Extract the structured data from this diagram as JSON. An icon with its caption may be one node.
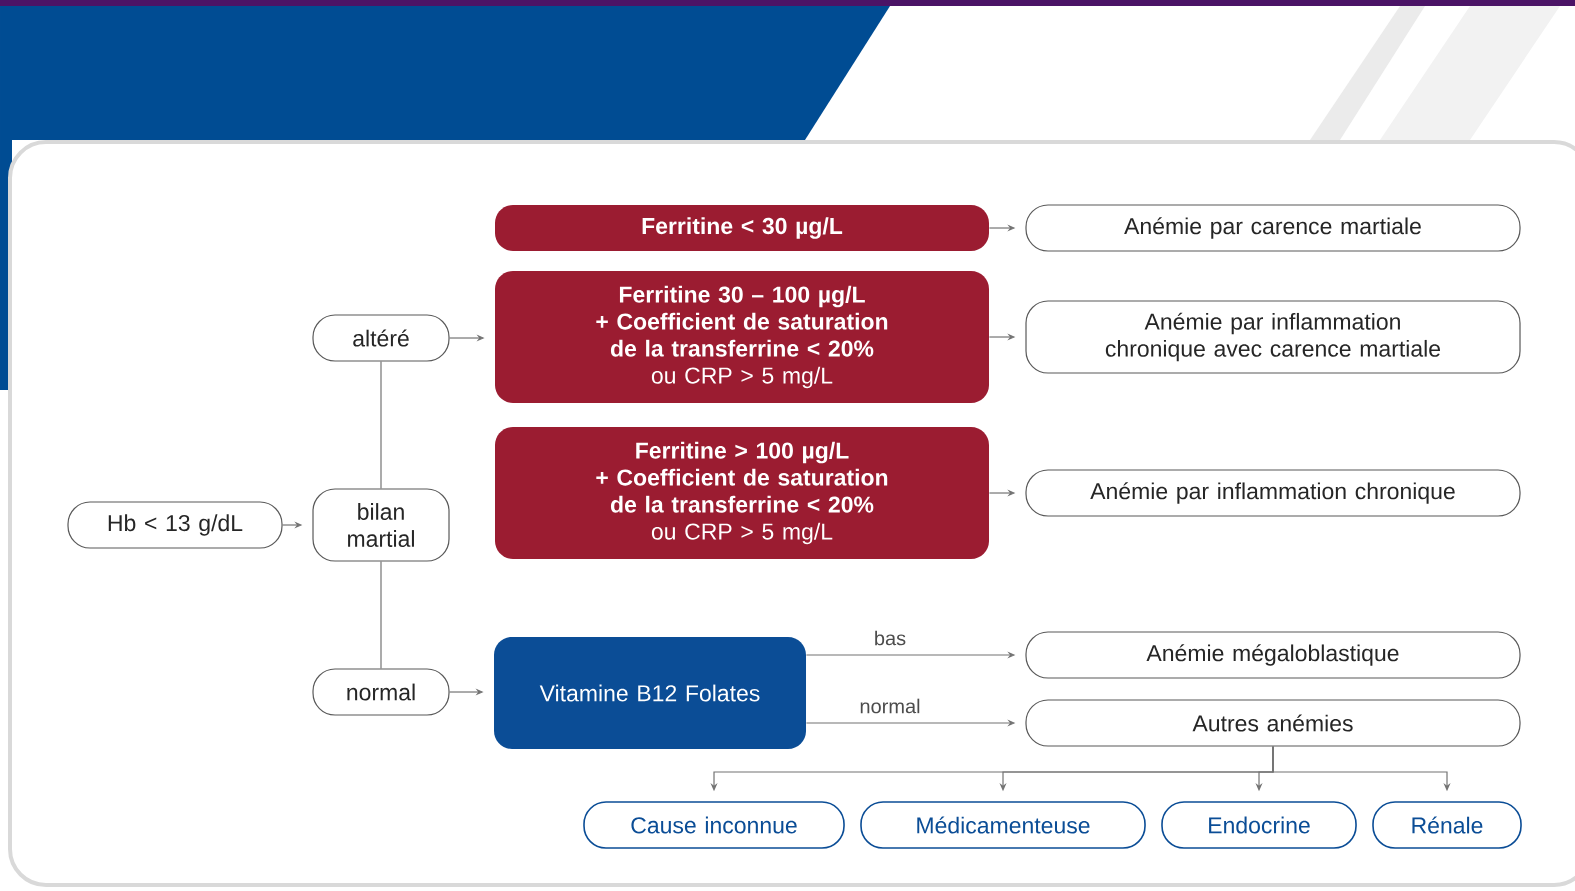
{
  "diagram": {
    "nodes": [
      {
        "text": [
          "Hb < 13 g/dL"
        ]
      },
      {
        "text": [
          "bilan martial"
        ]
      },
      {
        "text": [
          "altéré"
        ]
      },
      {
        "text": [
          "normal"
        ]
      },
      {
        "text": [
          "Ferritine < 30 µg/L"
        ]
      },
      {
        "text": [
          "Ferritine 30 – 100 µg/L",
          "+ Coefficient de saturation de la transferrine < 20%",
          "ou CRP > 5 mg/L"
        ]
      },
      {
        "text": [
          "Ferritine > 100 µg/L",
          "+ Coefficient de saturation de la transferrine < 20%",
          "ou CRP > 5 mg/L"
        ]
      },
      {
        "text": [
          "Vitamine B12 Folates"
        ]
      },
      {
        "text": [
          "Anémie par carence martiale"
        ]
      },
      {
        "text": [
          "Anémie par inflammation chronique avec carence martiale"
        ]
      },
      {
        "text": [
          "Anémie par inflammation chronique"
        ]
      },
      {
        "text": [
          "Anémie mégaloblastique"
        ]
      },
      {
        "text": [
          "Autres anémies"
        ]
      },
      {
        "text": [
          "Cause inconnue"
        ]
      },
      {
        "text": [
          "Médicamenteuse"
        ]
      },
      {
        "text": [
          "Endocrine"
        ]
      },
      {
        "text": [
          "Rénale"
        ]
      }
    ],
    "edges": [
      {
        "from": 0,
        "to": 1,
        "arrow": "to"
      },
      {
        "from": 1,
        "to": 2,
        "arrow": "none"
      },
      {
        "from": 1,
        "to": 3,
        "arrow": "none"
      },
      {
        "from": 2,
        "to": 5,
        "arrow": "to"
      },
      {
        "from": 3,
        "to": 7,
        "arrow": "to"
      },
      {
        "from": 4,
        "to": 8,
        "arrow": "to"
      },
      {
        "from": 5,
        "to": 9,
        "arrow": "to"
      },
      {
        "from": 6,
        "to": 10,
        "arrow": "to"
      },
      {
        "from": 7,
        "to": 11,
        "arrow": "to",
        "label": "bas"
      },
      {
        "from": 7,
        "to": 12,
        "arrow": "to",
        "label": "normal"
      },
      {
        "from": 12,
        "to": 13,
        "arrow": "to"
      },
      {
        "from": 12,
        "to": 14,
        "arrow": "to"
      },
      {
        "from": 12,
        "to": 15,
        "arrow": "to"
      },
      {
        "from": 12,
        "to": 16,
        "arrow": "to"
      }
    ]
  }
}
